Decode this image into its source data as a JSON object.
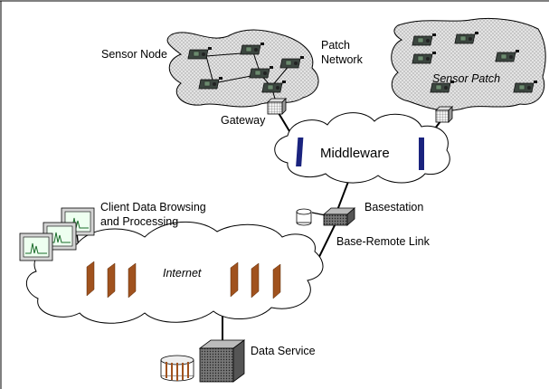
{
  "labels": {
    "sensor_node": "Sensor Node",
    "patch_network_line1": "Patch",
    "patch_network_line2": "Network",
    "sensor_patch": "Sensor Patch",
    "gateway": "Gateway",
    "middleware": "Middleware",
    "basestation": "Basestation",
    "base_remote_link": "Base-Remote Link",
    "client_line1": "Client Data Browsing",
    "client_line2": "and Processing",
    "internet": "Internet",
    "data_service": "Data Service"
  },
  "icons": {
    "sensor_node": "sensor-node-icon",
    "gateway": "gateway-icon",
    "basestation": "basestation-icon",
    "database": "database-icon",
    "server": "server-icon",
    "client_monitor": "monitor-icon",
    "firewall": "firewall-icon"
  },
  "colors": {
    "patch_fill": "#d9d9d9",
    "firewall": "#a0521e",
    "middleware_bar": "#1a237e",
    "line": "#000000"
  }
}
